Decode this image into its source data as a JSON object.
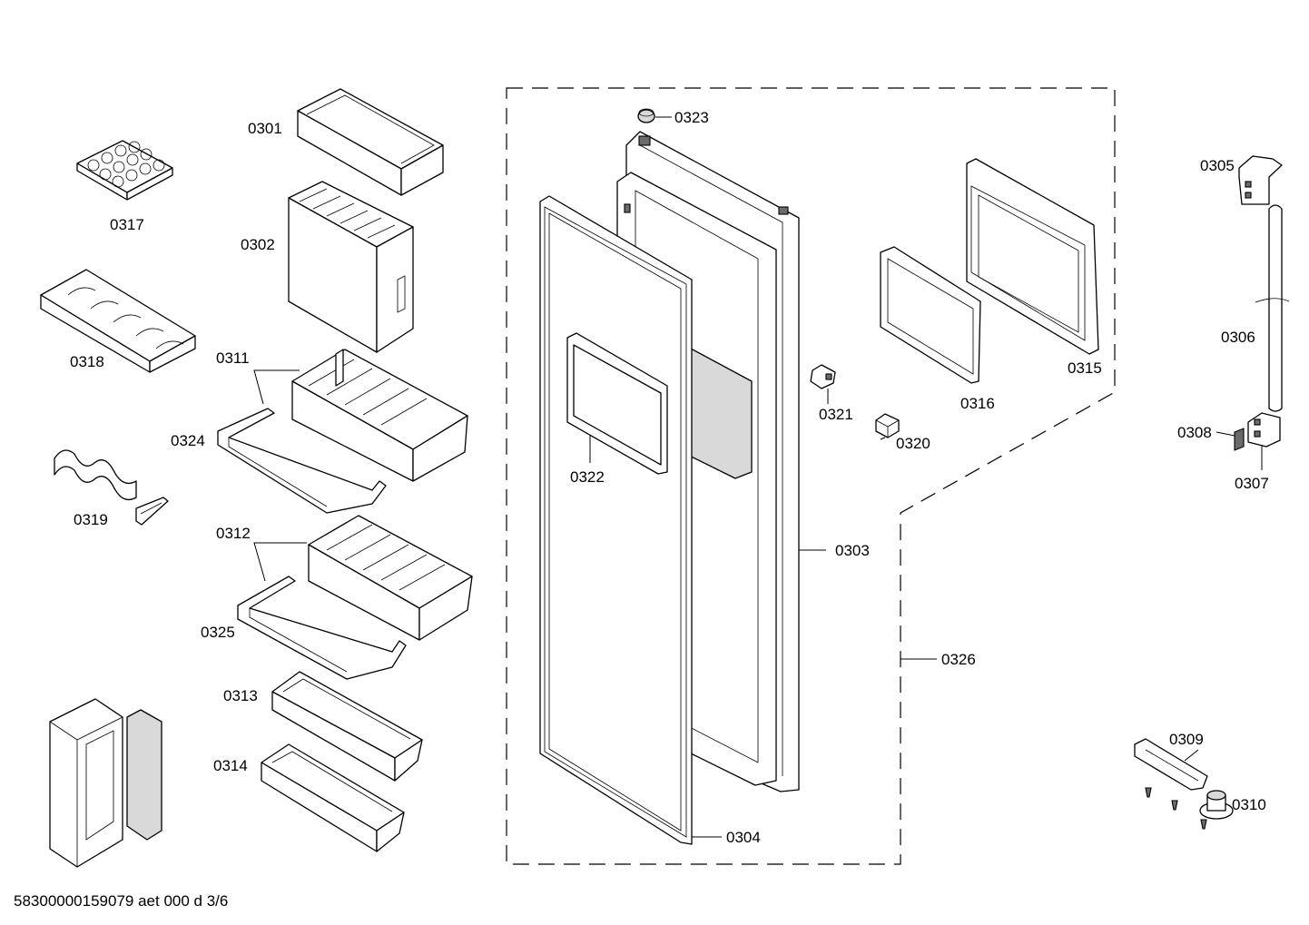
{
  "labels": {
    "p0301": "0301",
    "p0302": "0302",
    "p0303": "0303",
    "p0304": "0304",
    "p0305": "0305",
    "p0306": "0306",
    "p0307": "0307",
    "p0308": "0308",
    "p0309": "0309",
    "p0310": "0310",
    "p0311": "0311",
    "p0312": "0312",
    "p0313": "0313",
    "p0314": "0314",
    "p0315": "0315",
    "p0316": "0316",
    "p0317": "0317",
    "p0318": "0318",
    "p0319": "0319",
    "p0320": "0320",
    "p0321": "0321",
    "p0322": "0322",
    "p0323": "0323",
    "p0324": "0324",
    "p0325": "0325",
    "p0326": "0326"
  },
  "footer": "58300000159079 aet 000 d 3/6"
}
